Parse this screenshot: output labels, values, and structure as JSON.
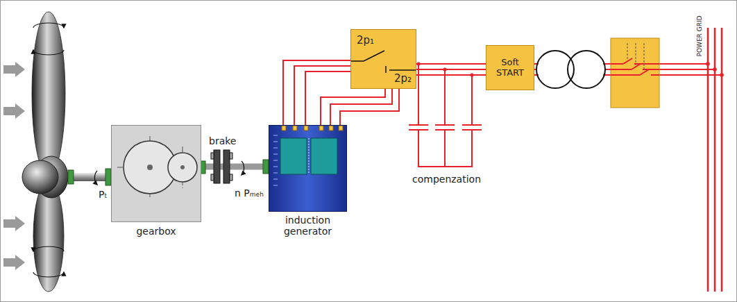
{
  "diagram": {
    "nodes": [
      {
        "text": [
          "gearbox"
        ]
      },
      {
        "text": [
          "induction generator"
        ]
      },
      {
        "text": [
          "2p₁",
          "2p₂"
        ]
      },
      {
        "text": [
          "Soft START"
        ]
      }
    ],
    "edges": [
      {
        "from": 0,
        "to": 1,
        "arrow": "none"
      },
      {
        "from": 1,
        "to": 2,
        "arrow": "none"
      },
      {
        "from": 2,
        "to": 3,
        "arrow": "none"
      }
    ],
    "labels": [
      "Pₜ",
      "brake",
      "n Pₘₑₕ",
      "compenzation",
      "POWER GRID"
    ]
  }
}
